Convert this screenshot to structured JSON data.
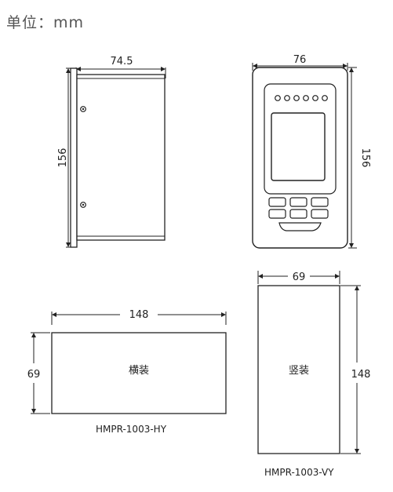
{
  "unit_label": "单位：mm",
  "side_view": {
    "width_label": "74.5",
    "height_label": "156"
  },
  "front_view": {
    "width_label": "76",
    "height_label": "156"
  },
  "horizontal_mount": {
    "width_label": "148",
    "height_label": "69",
    "center_label": "横装",
    "model": "HMPR-1003-HY"
  },
  "vertical_mount": {
    "width_label": "69",
    "height_label": "148",
    "center_label": "竖装",
    "model": "HMPR-1003-VY"
  }
}
